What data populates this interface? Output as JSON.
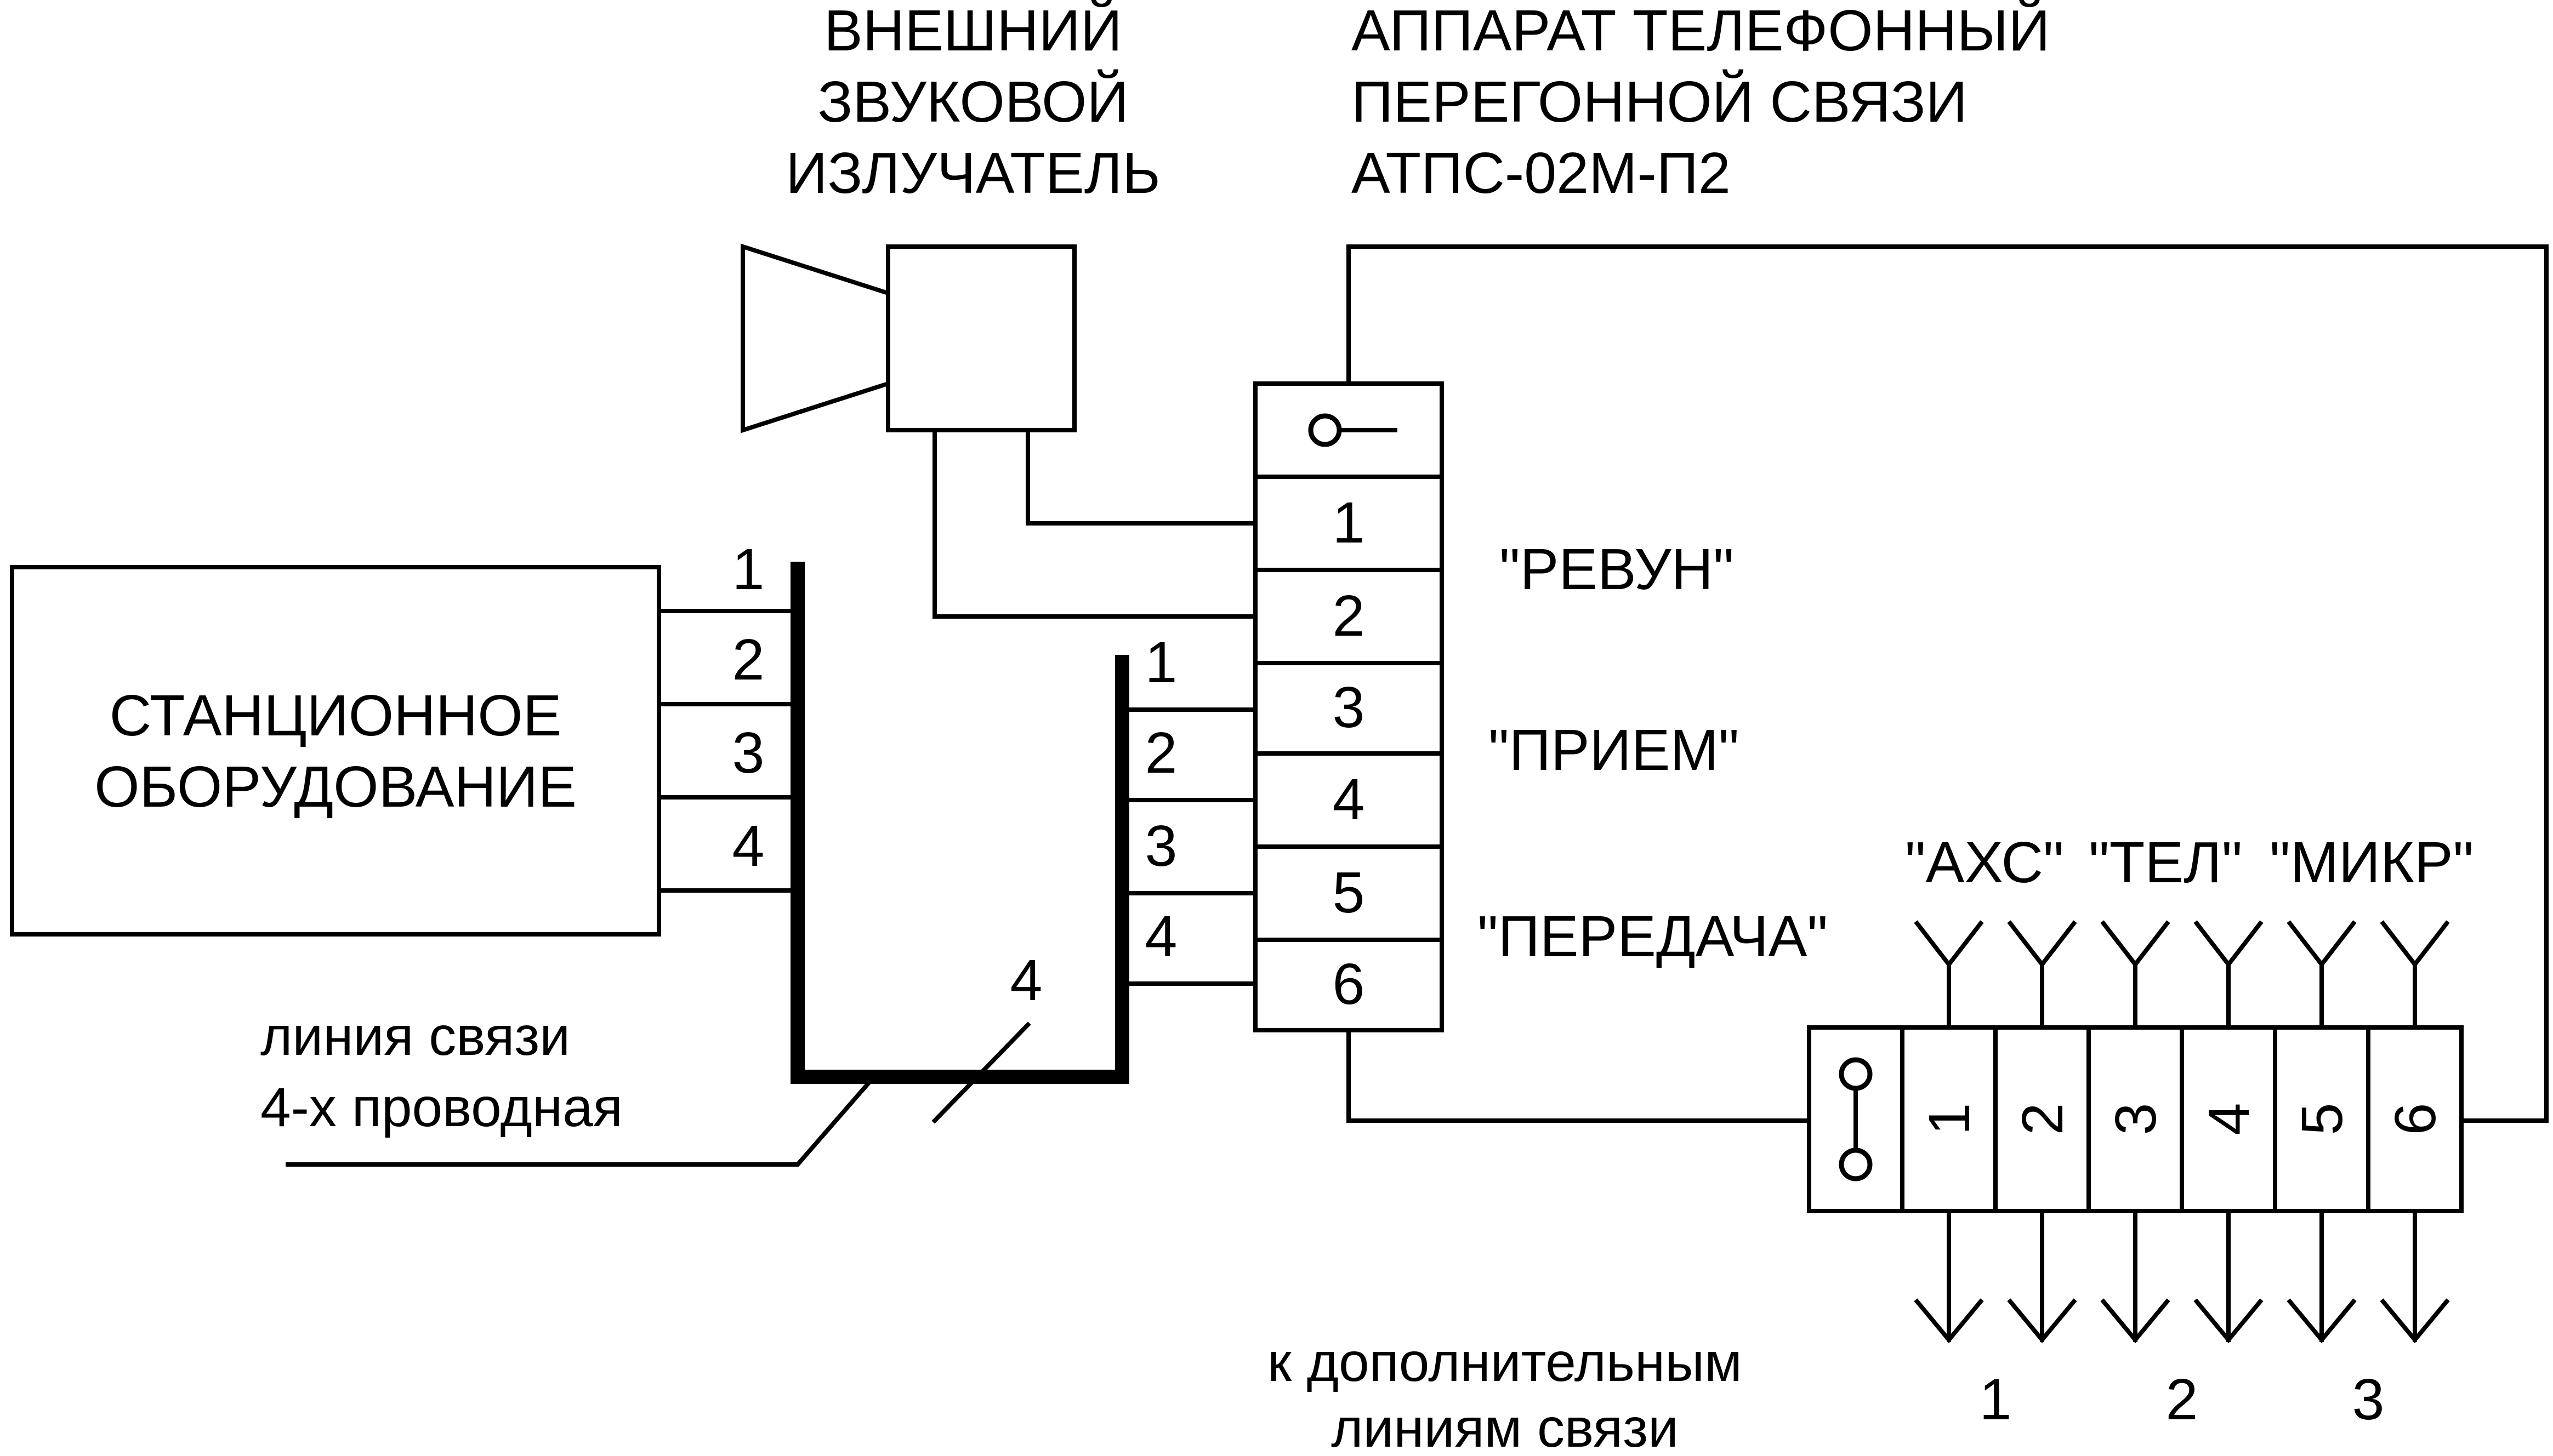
{
  "colors": {
    "stroke": "#000000",
    "background": "#ffffff"
  },
  "titles": {
    "emitter": [
      "ВНЕШНИЙ",
      "ЗВУКОВОЙ",
      "ИЗЛУЧАТЕЛЬ"
    ],
    "apparatus": [
      "АППАРАТ ТЕЛЕФОННЫЙ",
      "ПЕРЕГОННОЙ СВЯЗИ",
      "АТПС-02М-П2"
    ]
  },
  "station": {
    "label": [
      "СТАНЦИОННОЕ",
      "ОБОРУДОВАНИЕ"
    ],
    "terminals": [
      "1",
      "2",
      "3",
      "4"
    ]
  },
  "line": {
    "label": [
      "линия связи",
      "4-х проводная"
    ],
    "wire_count": "4",
    "terminals": [
      "1",
      "2",
      "3",
      "4"
    ]
  },
  "apparatus_terminals": [
    "1",
    "2",
    "3",
    "4",
    "5",
    "6"
  ],
  "signal_labels": {
    "revun": "\"РЕВУН\"",
    "priem": "\"ПРИЕМ\"",
    "peredacha": "\"ПЕРЕДАЧА\""
  },
  "extension": {
    "terminals": [
      "1",
      "2",
      "3",
      "4",
      "5",
      "6"
    ],
    "jack_labels": [
      "\"АХС\"",
      "\"ТЕЛ\"",
      "\"МИКР\""
    ],
    "outputs": [
      "1",
      "2",
      "3"
    ],
    "caption": [
      "к дополнительным",
      "линиям связи"
    ]
  },
  "icons": [
    "horn-icon",
    "ground-terminal-icon",
    "antenna-icon",
    "arrow-down-icon"
  ]
}
